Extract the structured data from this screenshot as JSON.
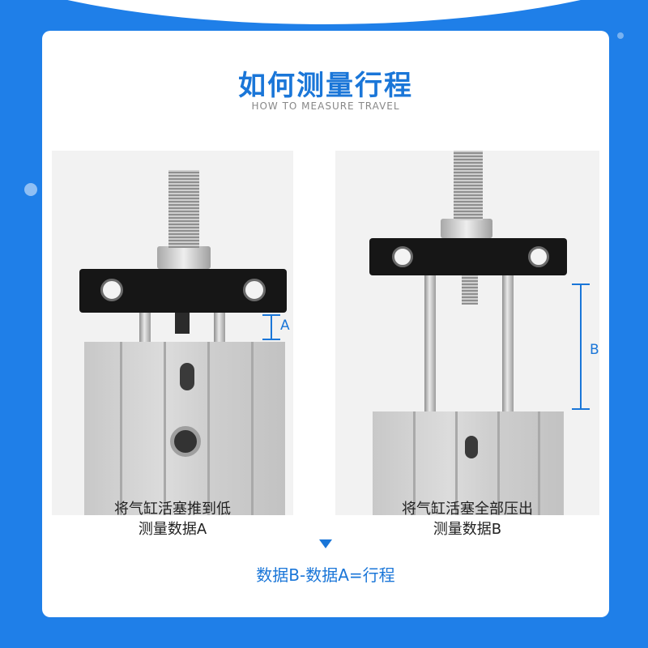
{
  "header": {
    "title": "如何测量行程",
    "subtitle": "HOW TO MEASURE TRAVEL"
  },
  "left_panel": {
    "marker": "A",
    "caption_line1": "将气缸活塞推到低",
    "caption_line2": "测量数据A"
  },
  "right_panel": {
    "marker": "B",
    "caption_line1": "将气缸活塞全部压出",
    "caption_line2": "测量数据B"
  },
  "formula": "数据B-数据A=行程",
  "colors": {
    "background": "#1f7fe8",
    "accent": "#1a76d8",
    "card": "#ffffff",
    "caption": "#222222"
  },
  "icons": {
    "arrow": "down-triangle-icon"
  }
}
